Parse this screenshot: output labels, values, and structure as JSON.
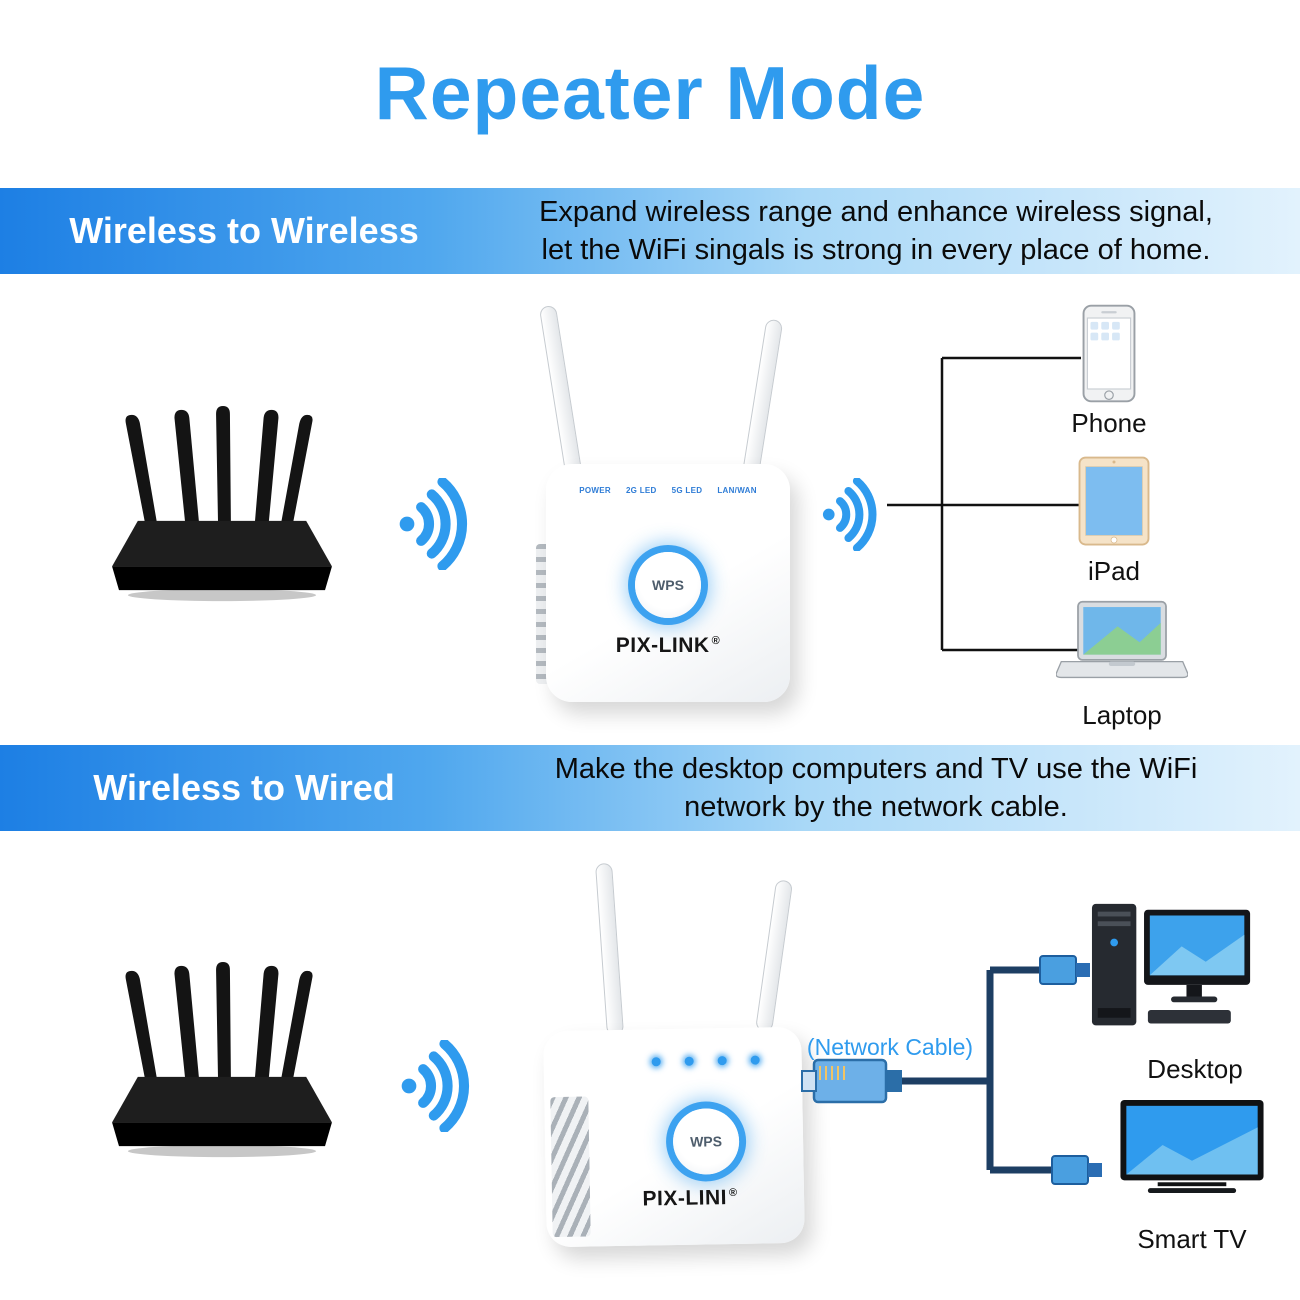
{
  "title": "Repeater Mode",
  "section1": {
    "heading": "Wireless to Wireless",
    "desc_line1": "Expand wireless range and enhance wireless signal,",
    "desc_line2": "let the WiFi singals is strong in every place of home.",
    "devices": [
      {
        "label": "Phone"
      },
      {
        "label": "iPad"
      },
      {
        "label": "Laptop"
      }
    ]
  },
  "section2": {
    "heading": "Wireless to Wired",
    "desc_line1": "Make the desktop computers and TV use the WiFi",
    "desc_line2": "network by the network cable.",
    "cable_label": "(Network Cable)",
    "devices": [
      {
        "label": "Desktop"
      },
      {
        "label": "Smart TV"
      }
    ]
  },
  "repeater_front": {
    "brand": "PIX-LINK",
    "reg_mark": "®",
    "wps_label": "WPS",
    "led_labels": [
      "POWER",
      "2G LED",
      "5G LED",
      "LAN/WAN"
    ]
  },
  "repeater_side": {
    "brand": "PIX-LINI",
    "reg_mark": "®",
    "wps_label": "WPS"
  },
  "colors": {
    "accent_blue": "#2f9bee",
    "banner_gradient_start": "#1d7fe4",
    "banner_gradient_end": "#e2f2fd",
    "cable_blue": "#1d3e63"
  }
}
